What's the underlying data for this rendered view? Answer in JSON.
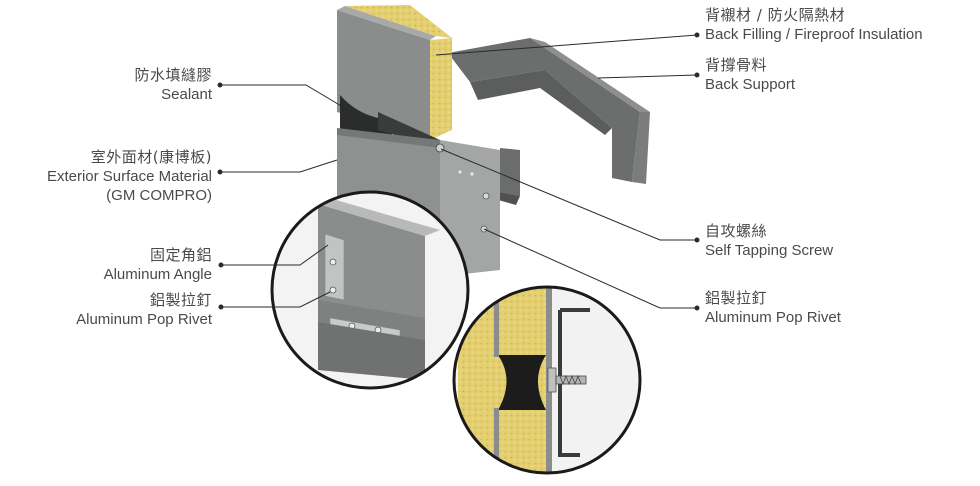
{
  "callouts": {
    "back_filling": {
      "zh": "背襯材 / 防火隔熱材",
      "en": "Back Filling / Fireproof Insulation"
    },
    "back_support": {
      "zh": "背撐骨料",
      "en": "Back Support"
    },
    "sealant": {
      "zh": "防水填縫膠",
      "en": "Sealant"
    },
    "exterior": {
      "zh": "室外面材(康博板)",
      "en": "Exterior Surface Material",
      "en2": "(GM COMPRO)"
    },
    "aluminum_angle": {
      "zh": "固定角鋁",
      "en": "Aluminum Angle"
    },
    "pop_rivet_left": {
      "zh": "鋁製拉釘",
      "en": "Aluminum Pop Rivet"
    },
    "self_tapping": {
      "zh": "自攻螺絲",
      "en": "Self Tapping Screw"
    },
    "pop_rivet_right": {
      "zh": "鋁製拉釘",
      "en": "Aluminum Pop Rivet"
    }
  },
  "colors": {
    "panel_gray": "#8a8d8c",
    "panel_light": "#a4a7a6",
    "insulation": "#e4cf6e",
    "leader": "#2a2a2a",
    "circle_outline": "#1a1a1a"
  }
}
